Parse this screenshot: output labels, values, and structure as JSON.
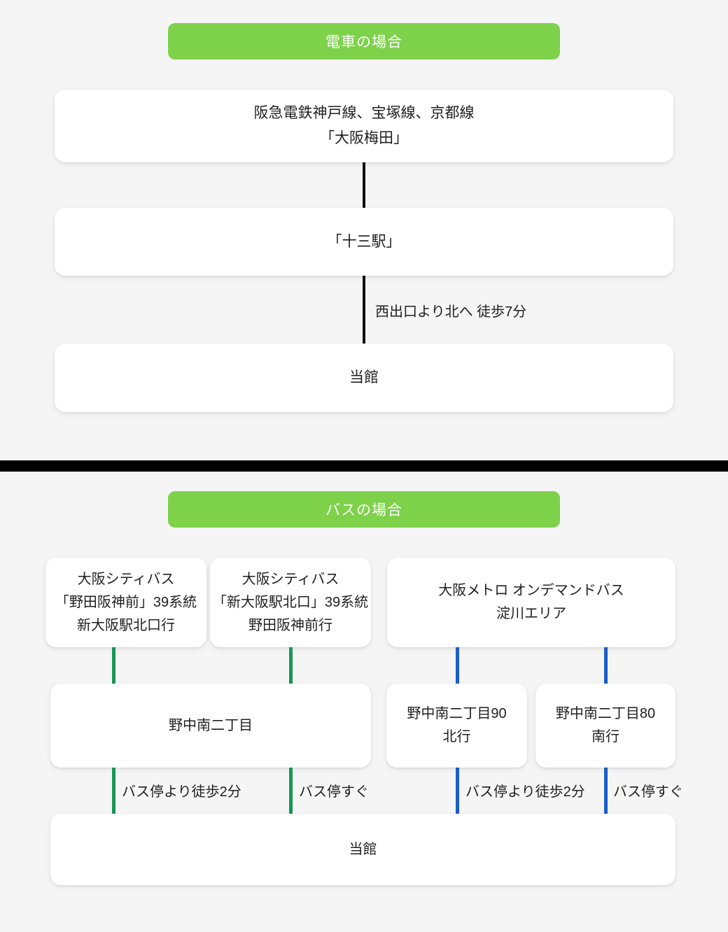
{
  "colors": {
    "background": "#f5f5f6",
    "badge_green": "#7dd24a",
    "badge_text": "#ffffff",
    "line_green": "#189655",
    "line_blue": "#1b5fc8",
    "line_black": "#111111",
    "divider_black": "#000000",
    "box_background": "#ffffff",
    "box_text": "#1f1f1f"
  },
  "train_section": {
    "badge_label": "電車の場合",
    "node_origin": {
      "line1": "阪急電鉄神戸線、宝塚線、京都線",
      "line2": "「大阪梅田」"
    },
    "node_mid": {
      "line1": "「十三駅」"
    },
    "walk_label": "西出口より北へ 徒歩7分",
    "node_dest": {
      "line1": "当館"
    }
  },
  "bus_section": {
    "badge_label": "バスの場合",
    "route_a": {
      "line1": "大阪シティバス",
      "line2": "「野田阪神前」39系統",
      "line3": "新大阪駅北口行"
    },
    "route_b": {
      "line1": "大阪シティバス",
      "line2": "「新大阪駅北口」39系統",
      "line3": "野田阪神前行"
    },
    "route_c": {
      "line1": "大阪メトロ オンデマンドバス",
      "line2": "淀川エリア"
    },
    "stop_left": {
      "line1": "野中南二丁目"
    },
    "stop_mid": {
      "line1": "野中南二丁目90",
      "line2": "北行"
    },
    "stop_right": {
      "line1": "野中南二丁目80",
      "line2": "南行"
    },
    "walk_labels": [
      "バス停より徒歩2分",
      "バス停すぐ",
      "バス停より徒歩2分",
      "バス停すぐ"
    ],
    "node_dest": {
      "line1": "当館"
    }
  }
}
